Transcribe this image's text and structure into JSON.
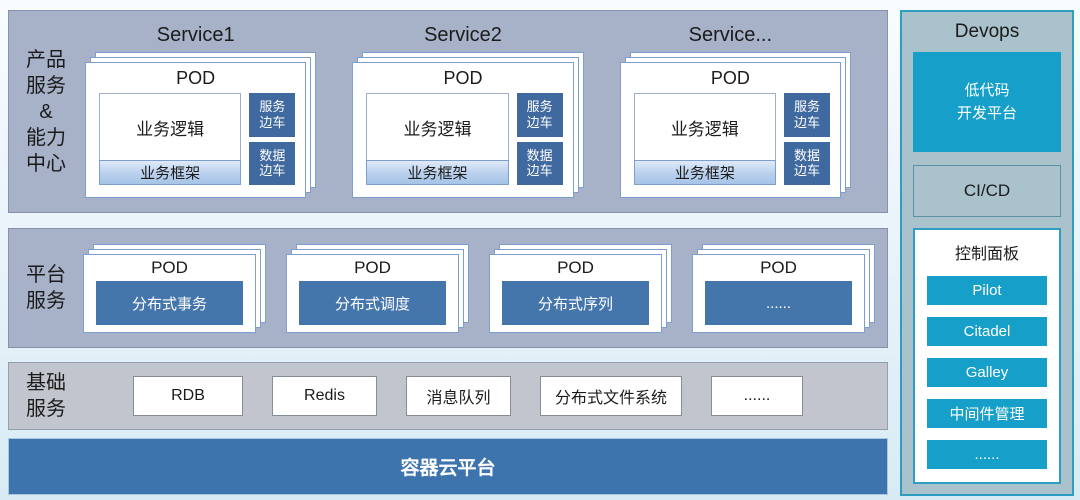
{
  "colors": {
    "band_blue": "#a7b2c9",
    "band_gray": "#c1c5cd",
    "pod_border_blue": "#7c9fd0",
    "sidecar_blue": "#40699f",
    "platform_box_blue": "#4476ac",
    "container_bar_blue": "#3e74ad",
    "devops_teal": "#16a0c9",
    "devops_panel_bg": "#aac2cc"
  },
  "product_band": {
    "label": "产品\n服务\n&\n能力\n中心",
    "services": [
      {
        "title": "Service1",
        "pod": {
          "title": "POD",
          "logic": "业务逻辑",
          "framework": "业务框架",
          "sidecar_top": "服务\n边车",
          "sidecar_bottom": "数据\n边车"
        }
      },
      {
        "title": "Service2",
        "pod": {
          "title": "POD",
          "logic": "业务逻辑",
          "framework": "业务框架",
          "sidecar_top": "服务\n边车",
          "sidecar_bottom": "数据\n边车"
        }
      },
      {
        "title": "Service...",
        "pod": {
          "title": "POD",
          "logic": "业务逻辑",
          "framework": "业务框架",
          "sidecar_top": "服务\n边车",
          "sidecar_bottom": "数据\n边车"
        }
      }
    ]
  },
  "platform_band": {
    "label": "平台\n服务",
    "pods": [
      {
        "title": "POD",
        "box": "分布式事务"
      },
      {
        "title": "POD",
        "box": "分布式调度"
      },
      {
        "title": "POD",
        "box": "分布式序列"
      },
      {
        "title": "POD",
        "box": "......"
      }
    ]
  },
  "basic_band": {
    "label": "基础\n服务",
    "boxes": [
      "RDB",
      "Redis",
      "消息队列",
      "分布式文件系统",
      "......"
    ]
  },
  "container_bar": {
    "label": "容器云平台"
  },
  "devops": {
    "title": "Devops",
    "lowcode": "低代码\n开发平台",
    "cicd": "CI/CD",
    "control_panel": {
      "title": "控制面板",
      "items": [
        "Pilot",
        "Citadel",
        "Galley",
        "中间件管理",
        "......"
      ]
    }
  }
}
